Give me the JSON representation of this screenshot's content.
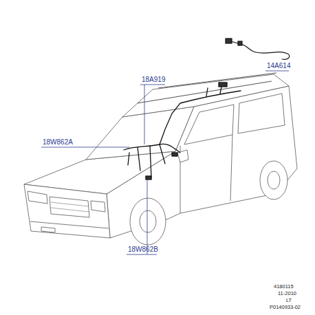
{
  "diagram": {
    "labels": [
      "14A614",
      "18A919",
      "18W862A",
      "18W862B",
      "4180115",
      "11-2010",
      "LT",
      "P0140933-02"
    ]
  }
}
